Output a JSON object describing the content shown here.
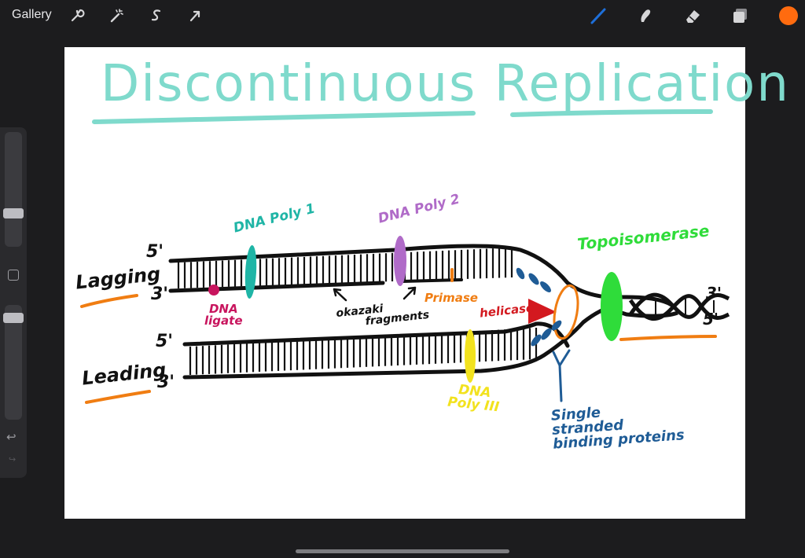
{
  "app": {
    "gallery_label": "Gallery",
    "toolbar_left_icons": [
      "wrench-icon",
      "magic-wand-icon",
      "selection-s-icon",
      "arrow-cursor-icon"
    ],
    "toolbar_right_icons": [
      "brush-icon",
      "smudge-icon",
      "eraser-icon",
      "layers-icon"
    ],
    "brush_color": "#1e6fd9",
    "current_color": "#ff6b0f",
    "sidebar": {
      "undo_glyph": "↩",
      "redo_glyph": "↪"
    }
  },
  "drawing": {
    "title": "Discontinuous Replication",
    "colors": {
      "title": "#7fdacc",
      "strand": "#111111",
      "poly1": "#1fb5a6",
      "poly2": "#b06bc8",
      "poly3": "#f2e21e",
      "primase": "#f07d12",
      "helicase": "#d3191f",
      "helicase_text": "#d3191f",
      "ligase": "#c8155e",
      "topo": "#2fdc3a",
      "ssb": "#1f5c96"
    },
    "labels": {
      "lagging": "Lagging",
      "leading": "Leading",
      "lagging_5": "5'",
      "lagging_3": "3'",
      "leading_5": "5'",
      "leading_3": "3'",
      "right_3": "3'",
      "right_5": "5'",
      "dna_poly_1": "DNA Poly 1",
      "dna_poly_2": "DNA Poly 2",
      "dna_poly_3_line1": "DNA",
      "dna_poly_3_line2": "Poly III",
      "dna_ligase_line1": "DNA",
      "dna_ligase_line2": "ligate",
      "okazaki_line1": "okazaki",
      "okazaki_line2": "fragments",
      "primase": "Primase",
      "helicase": "helicase",
      "topoisomerase": "Topoisomerase",
      "ssb_line1": "Single",
      "ssb_line2": "stranded",
      "ssb_line3": "binding proteins"
    }
  }
}
